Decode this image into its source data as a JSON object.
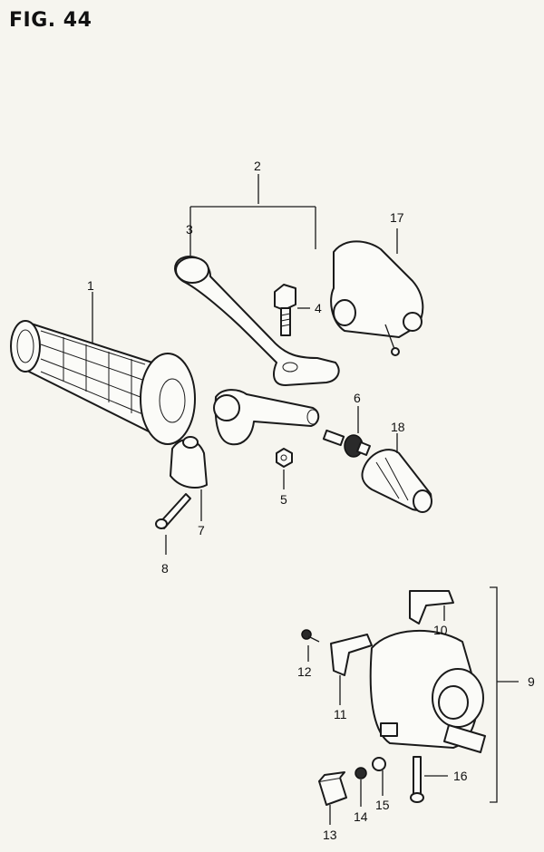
{
  "figure": {
    "title": "FIG. 44"
  },
  "callouts": [
    {
      "id": "1",
      "text": "1"
    },
    {
      "id": "2",
      "text": "2"
    },
    {
      "id": "3",
      "text": "3"
    },
    {
      "id": "4",
      "text": "4"
    },
    {
      "id": "5",
      "text": "5"
    },
    {
      "id": "6",
      "text": "6"
    },
    {
      "id": "7",
      "text": "7"
    },
    {
      "id": "8",
      "text": "8"
    },
    {
      "id": "9",
      "text": "9"
    },
    {
      "id": "10",
      "text": "10"
    },
    {
      "id": "11",
      "text": "11"
    },
    {
      "id": "12",
      "text": "12"
    },
    {
      "id": "13",
      "text": "13"
    },
    {
      "id": "14",
      "text": "14"
    },
    {
      "id": "15",
      "text": "15"
    },
    {
      "id": "16",
      "text": "16"
    },
    {
      "id": "17",
      "text": "17"
    },
    {
      "id": "18",
      "text": "18"
    }
  ]
}
